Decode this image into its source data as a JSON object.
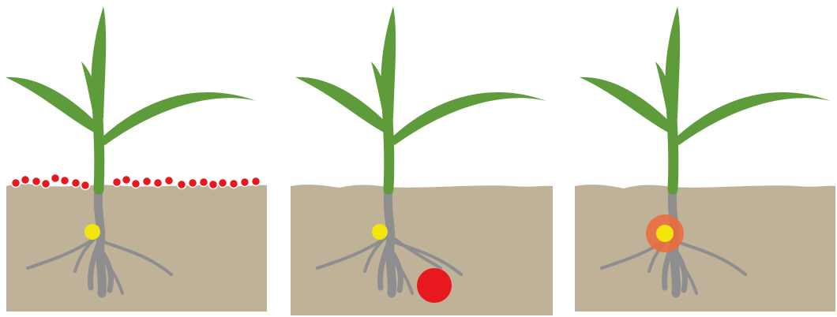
{
  "diagram": {
    "panels": [
      {
        "id": "panel-1",
        "fertilizer_placement": "surface-broadcast"
      },
      {
        "id": "panel-2",
        "fertilizer_placement": "deep-band-away-from-seed"
      },
      {
        "id": "panel-3",
        "fertilizer_placement": "dissolved-at-seed"
      }
    ],
    "colors": {
      "leaf": "#5e9b3b",
      "soil": "#bfb299",
      "root": "#8e8e8e",
      "seed": "#f2e60a",
      "fertilizer": "#e8191e",
      "fertilizer_halo": "#ef6a3c"
    }
  }
}
